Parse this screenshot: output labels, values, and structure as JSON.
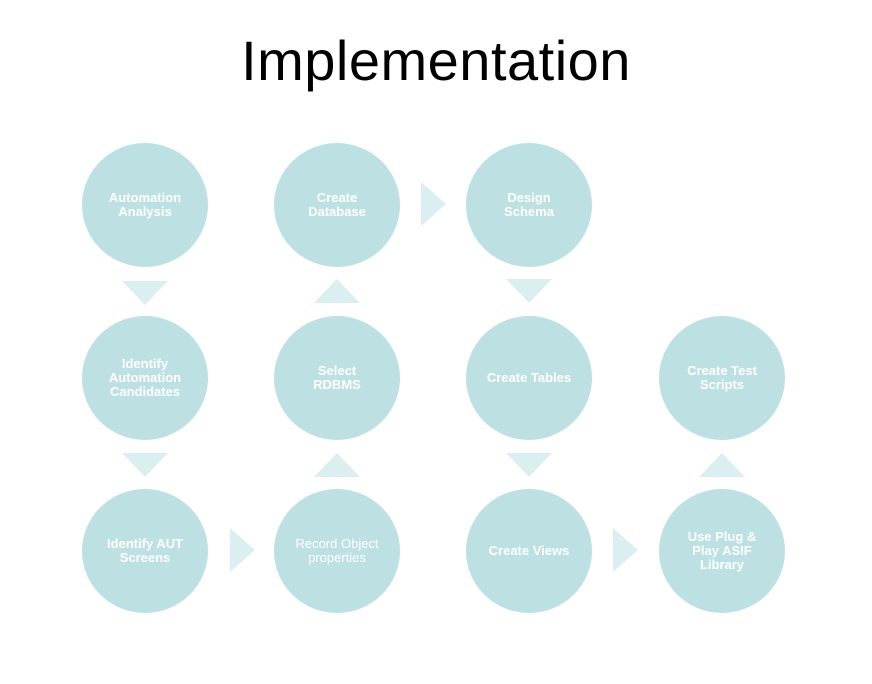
{
  "title": "Implementation",
  "colors": {
    "node_fill": "#bde0e3",
    "node_text": "#ffffff",
    "arrow_fill": "#dbeff1"
  },
  "nodes": {
    "automation_analysis": {
      "label": "Automation\nAnalysis"
    },
    "identify_candidates": {
      "label": "Identify\nAutomation\nCandidates"
    },
    "identify_aut_screens": {
      "label": "Identify AUT\nScreens"
    },
    "record_object_properties": {
      "label": "Record Object\nproperties"
    },
    "select_rdbms": {
      "label": "Select\nRDBMS"
    },
    "create_database": {
      "label": "Create\nDatabase"
    },
    "design_schema": {
      "label": "Design\nSchema"
    },
    "create_tables": {
      "label": "Create Tables"
    },
    "create_views": {
      "label": "Create Views"
    },
    "use_plug_play": {
      "label": "Use Plug &\nPlay ASIF\nLibrary"
    },
    "create_test_scripts": {
      "label": "Create Test\nScripts"
    }
  }
}
